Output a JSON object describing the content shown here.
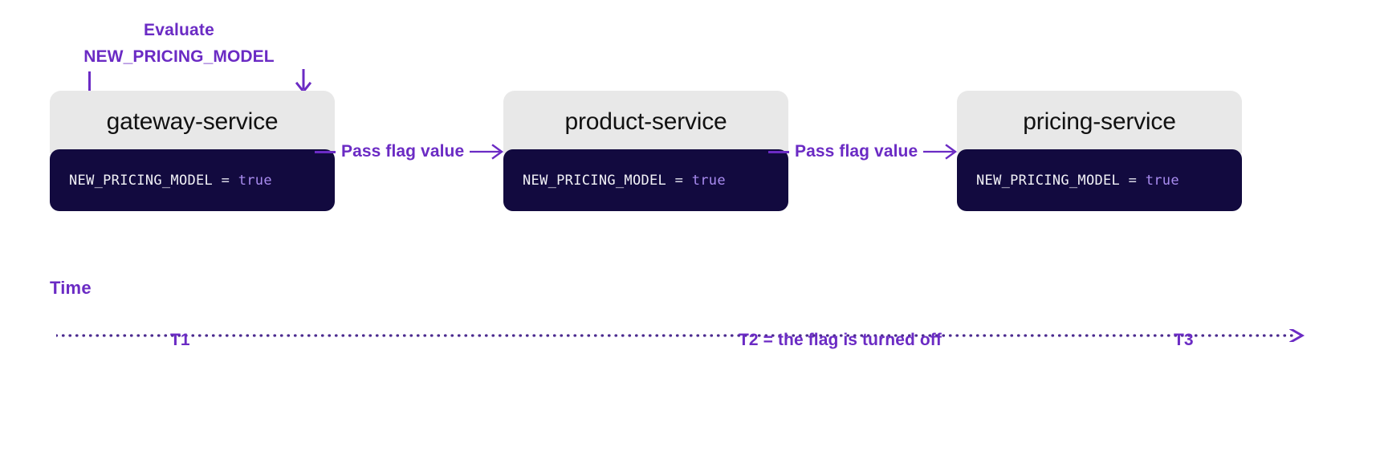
{
  "annotation": {
    "line1": "Evaluate",
    "line2": "NEW_PRICING_MODEL"
  },
  "services": [
    {
      "name": "gateway-service",
      "flag": "NEW_PRICING_MODEL",
      "operator": "=",
      "value": "true"
    },
    {
      "name": "product-service",
      "flag": "NEW_PRICING_MODEL",
      "operator": "=",
      "value": "true"
    },
    {
      "name": "pricing-service",
      "flag": "NEW_PRICING_MODEL",
      "operator": "=",
      "value": "true"
    }
  ],
  "connectors": [
    {
      "label": "Pass flag value"
    },
    {
      "label": "Pass flag value"
    }
  ],
  "timeline": {
    "label": "Time",
    "ticks": [
      {
        "label": "T1"
      },
      {
        "label": "T2 = the flag is turned off"
      },
      {
        "label": "T3"
      }
    ]
  },
  "colors": {
    "accent": "#6b2bc4",
    "card_header": "#e8e8e8",
    "code_bg": "#120a3f",
    "code_text": "#f2f2f7",
    "code_value": "#a98cf0",
    "background": "#ffffff"
  }
}
